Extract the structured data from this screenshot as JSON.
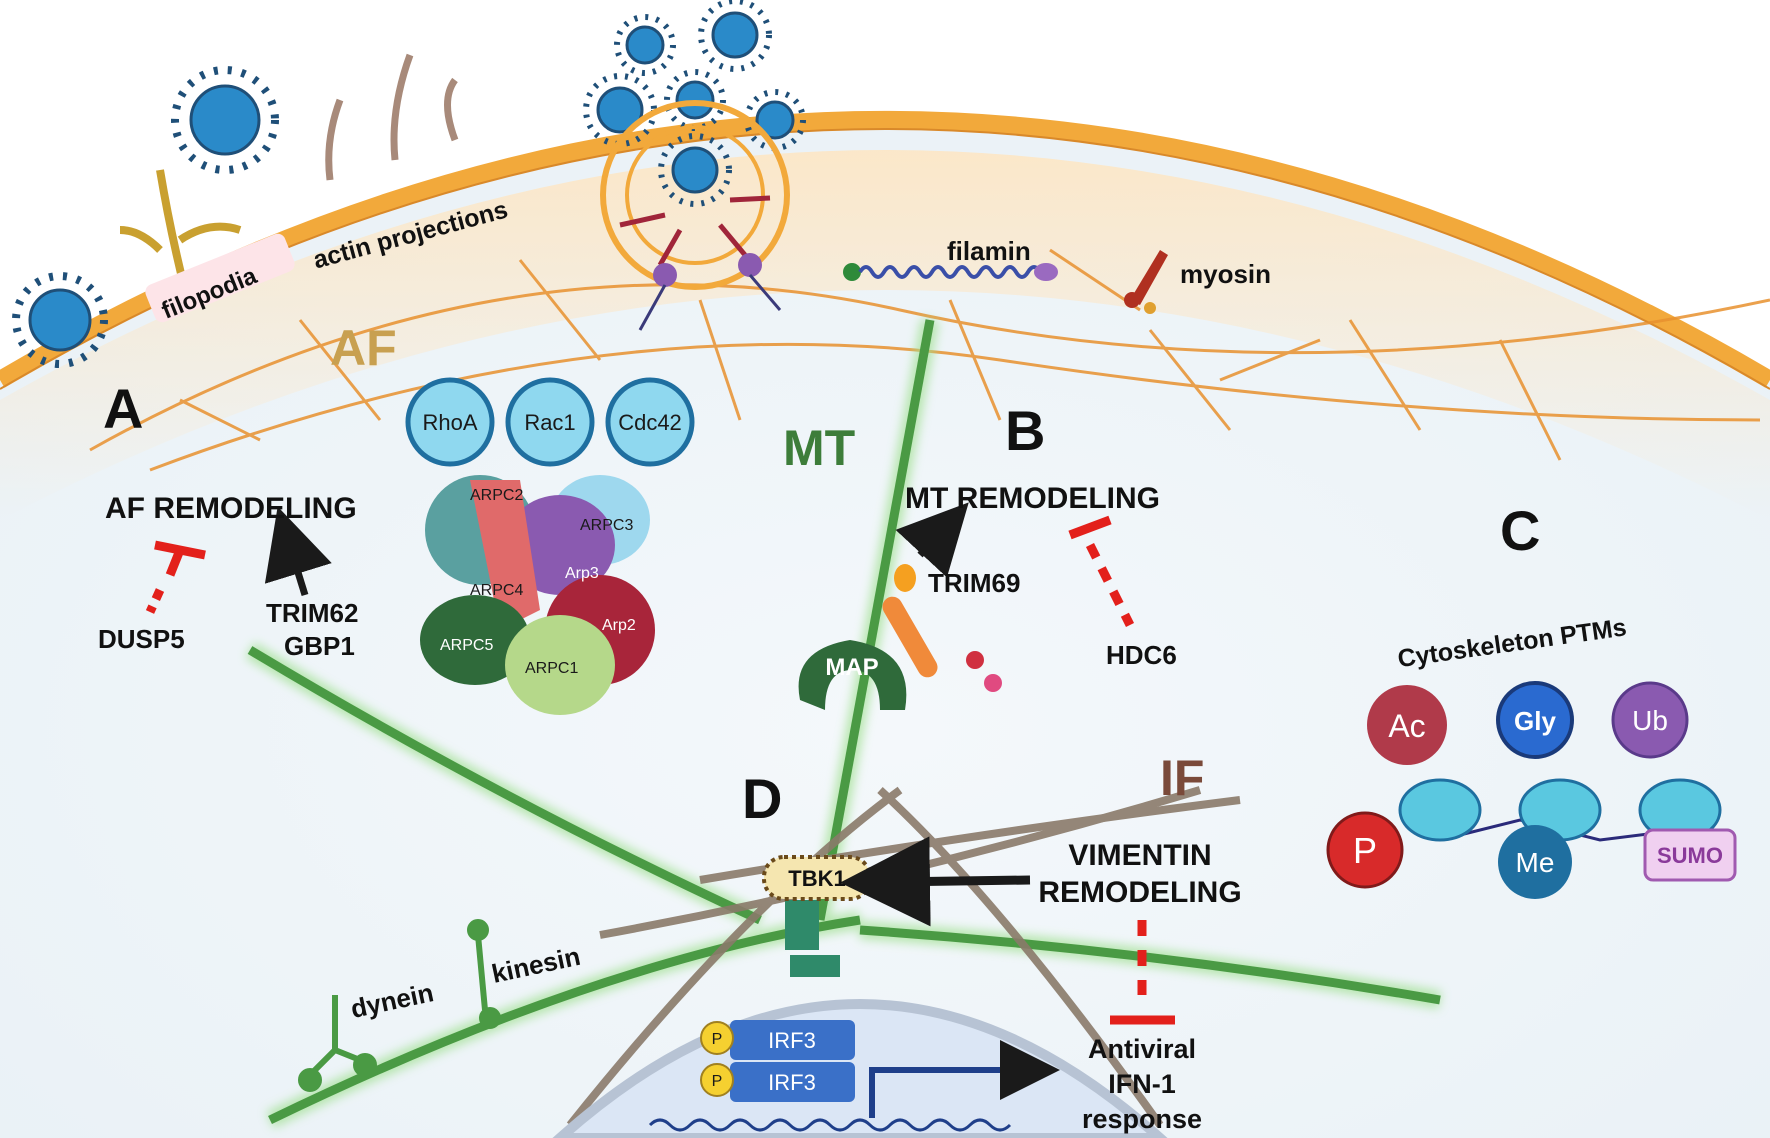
{
  "panels": {
    "a": "A",
    "b": "B",
    "c": "C",
    "d": "D"
  },
  "structures": {
    "af": "AF",
    "mt": "MT",
    "if": "IF",
    "filopodia": "filopodia",
    "actin_projections": "actin projections",
    "filamin": "filamin",
    "myosin": "myosin",
    "dynein": "dynein",
    "kinesin": "kinesin",
    "map": "MAP"
  },
  "gtpases": [
    "RhoA",
    "Rac1",
    "Cdc42"
  ],
  "arp_complex": {
    "arpc2": "ARPC2",
    "arpc3": "ARPC3",
    "arpc4": "ARPC4",
    "arp3": "Arp3",
    "arpc5": "ARPC5",
    "arpc1": "ARPC1",
    "arp2": "Arp2"
  },
  "panel_a": {
    "title": "AF REMODELING",
    "inhibitor": "DUSP5",
    "activator_1": "TRIM62",
    "activator_2": "GBP1"
  },
  "panel_b": {
    "title": "MT REMODELING",
    "activator": "TRIM69",
    "inhibitor": "HDC6"
  },
  "panel_c": {
    "title": "Cytoskeleton PTMs",
    "marks": {
      "ac": "Ac",
      "gly": "Gly",
      "ub": "Ub",
      "p": "P",
      "me": "Me",
      "sumo": "SUMO"
    }
  },
  "panel_d": {
    "tbk1": "TBK1",
    "title_line1": "VIMENTIN",
    "title_line2": "REMODELING",
    "irf3": "IRF3",
    "phospho": "P",
    "output_line1": "Antiviral",
    "output_line2": "IFN-1",
    "output_line3": "response"
  },
  "colors": {
    "membrane": "#f2a93b",
    "actin": "#e8912f",
    "microtubule": "#4a9a44",
    "intermediate_filament": "#8a7a6a",
    "virus": "#2a8ac9",
    "gtpase": "#8fd8ef",
    "inhibit": "#e3201b",
    "arrow": "#1a1a1a",
    "af_text": "#c8a050",
    "mt_text": "#3d7d3a",
    "if_text": "#7a4a3a"
  }
}
